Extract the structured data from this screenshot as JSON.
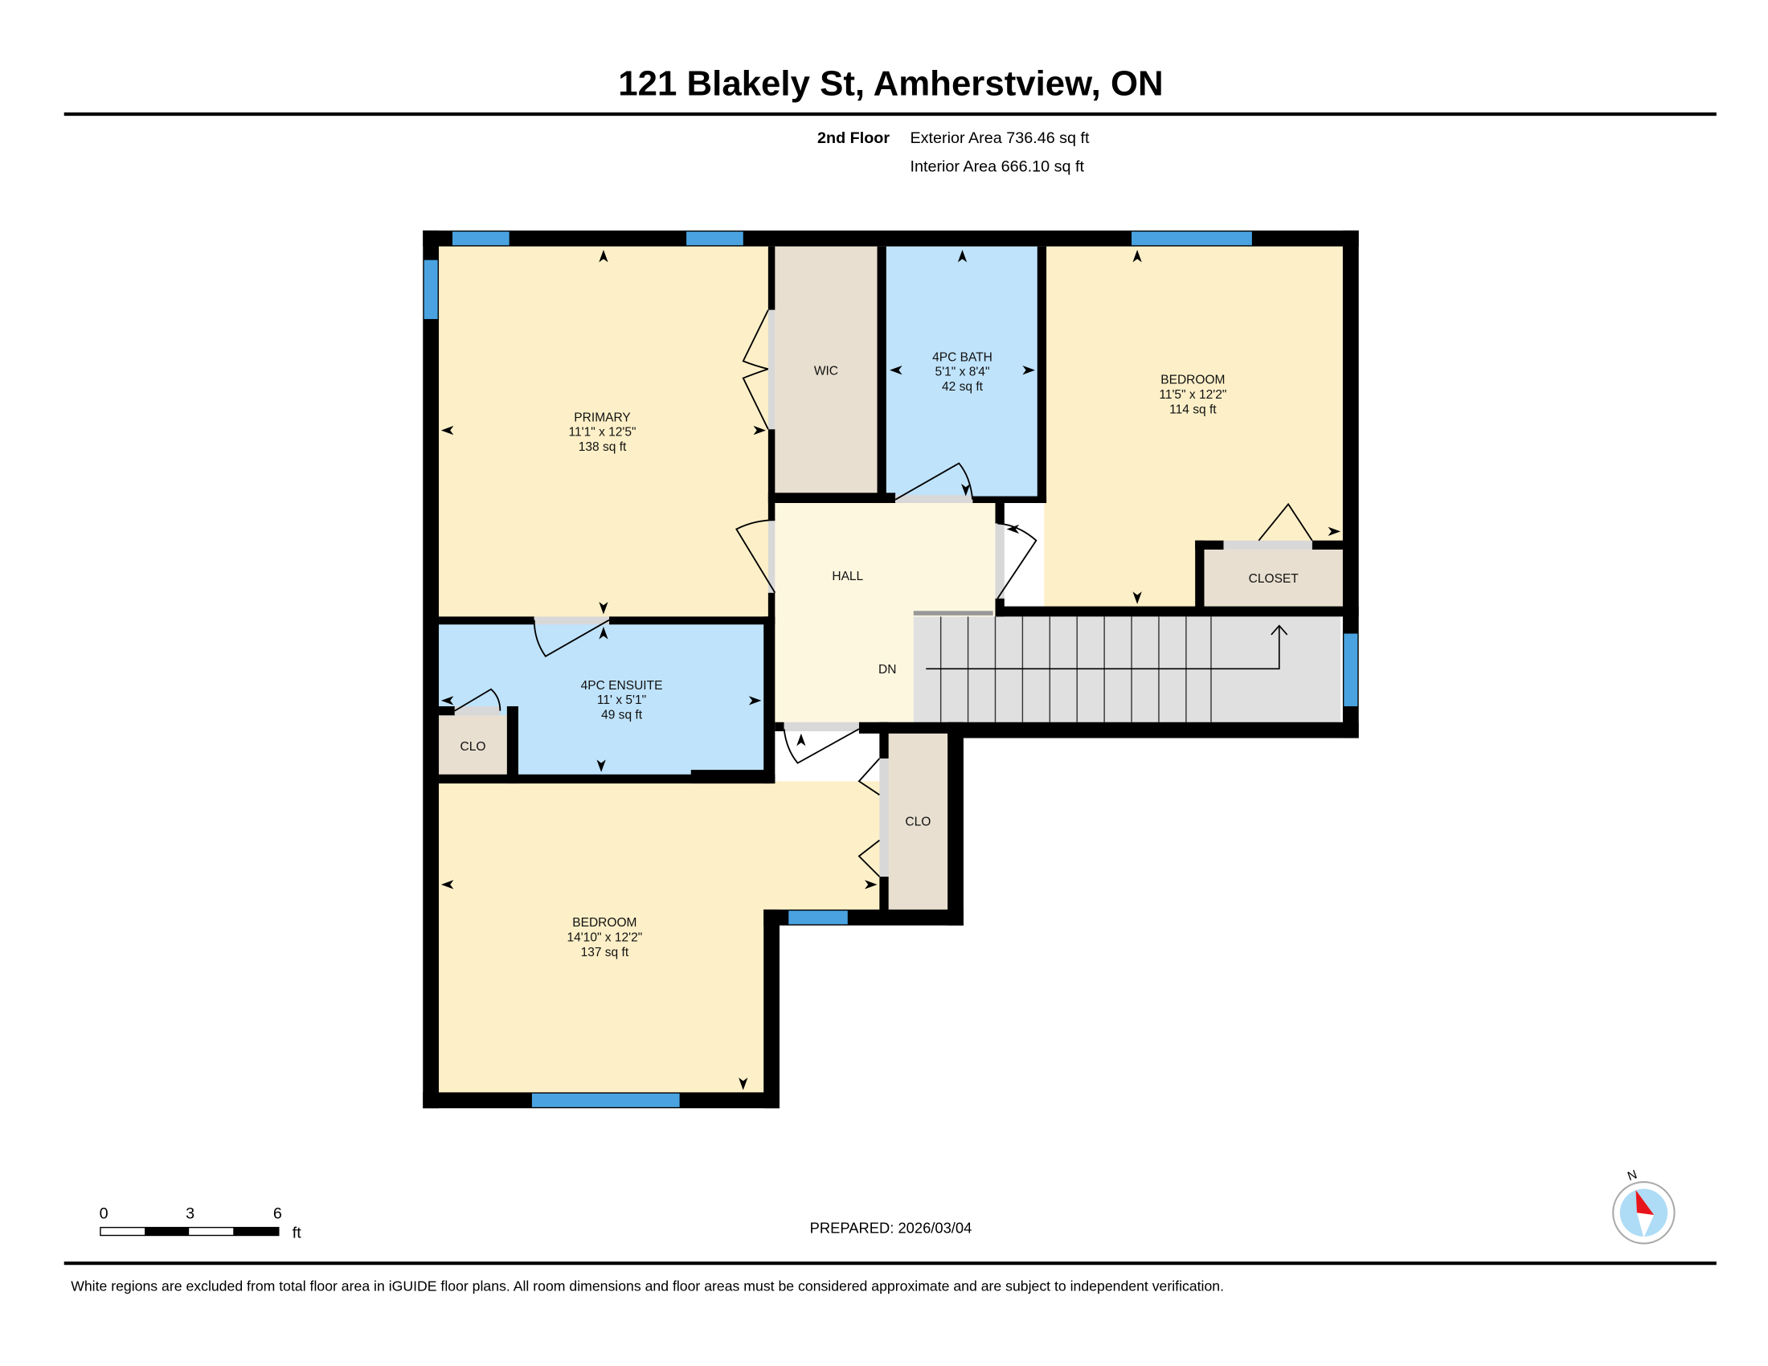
{
  "header": {
    "title": "121 Blakely St, Amherstview, ON",
    "floor": "2nd Floor",
    "exterior_area": "Exterior Area 736.46 sq ft",
    "interior_area": "Interior Area 666.10 sq ft"
  },
  "rooms": {
    "primary": {
      "name": "PRIMARY",
      "dims": "11'1\" x 12'5\"",
      "area": "138 sq ft"
    },
    "wic": {
      "name": "WIC"
    },
    "bath": {
      "name": "4PC BATH",
      "dims": "5'1\" x 8'4\"",
      "area": "42 sq ft"
    },
    "bedroom1": {
      "name": "BEDROOM",
      "dims": "11'5\" x 12'2\"",
      "area": "114 sq ft"
    },
    "closet": {
      "name": "CLOSET"
    },
    "hall": {
      "name": "HALL"
    },
    "stairs": {
      "name": "DN"
    },
    "ensuite": {
      "name": "4PC ENSUITE",
      "dims": "11' x 5'1\"",
      "area": "49 sq ft"
    },
    "clo1": {
      "name": "CLO"
    },
    "clo2": {
      "name": "CLO"
    },
    "bedroom2": {
      "name": "BEDROOM",
      "dims": "14'10\" x 12'2\"",
      "area": "137 sq ft"
    }
  },
  "scale": {
    "t0": "0",
    "t3": "3",
    "t6": "6",
    "unit": "ft"
  },
  "prepared": "PREPARED: 2026/03/04",
  "compass": {
    "label": "N"
  },
  "footer": {
    "disclaimer": "White regions are excluded from total floor area in iGUIDE floor plans. All room dimensions and floor areas must be considered approximate and are subject to independent verification."
  },
  "colors": {
    "bedroom": "#fdf0c8",
    "bath": "#bfe3fb",
    "closet": "#e8dfd0",
    "hall": "#fef7e0",
    "stairs": "#e0e0e0",
    "window": "#4aa3e0"
  }
}
